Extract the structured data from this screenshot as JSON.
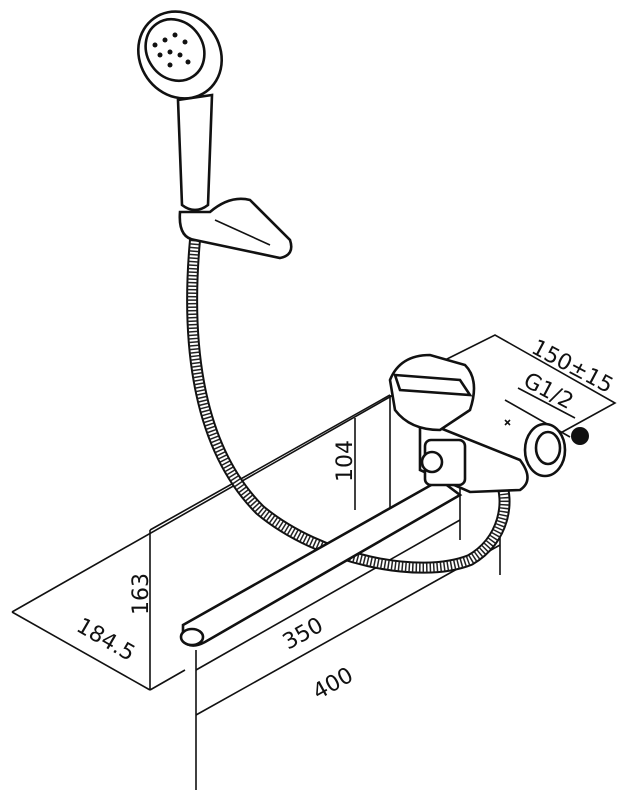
{
  "diagram": {
    "title": "Bath mixer with long spout and shower set - dimensions",
    "dimensions": {
      "wall_distance": "150±15",
      "thread": "G1/2",
      "height_body": "104",
      "height_spout": "163",
      "depth": "184.5",
      "spout_length": "350",
      "total_length": "400"
    },
    "colors": {
      "line": "#111111",
      "background": "#ffffff"
    }
  }
}
